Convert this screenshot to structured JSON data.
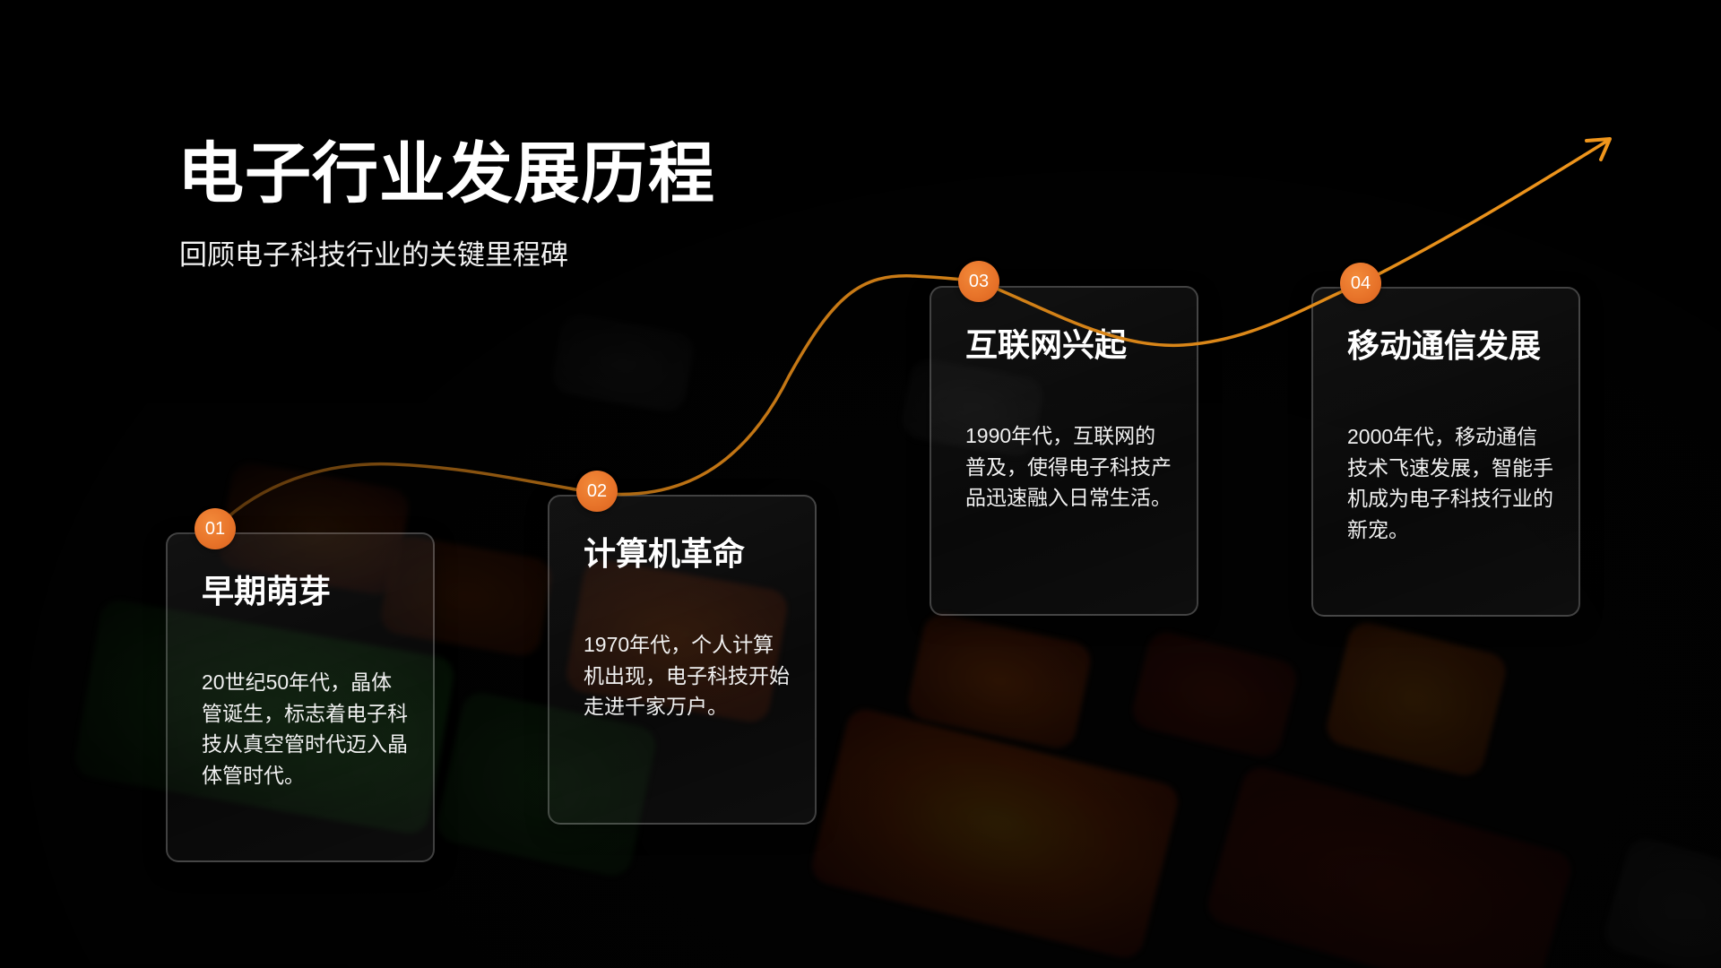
{
  "slide": {
    "title": "电子行业发展历程",
    "subtitle": "回顾电子科技行业的关键里程碑"
  },
  "colors": {
    "background": "#030303",
    "accent_curve": "#e8921c",
    "badge": "#e8742a",
    "text": "#ffffff"
  },
  "timeline": [
    {
      "number": "01",
      "title": "早期萌芽",
      "description": "20世纪50年代，晶体管诞生，标志着电子科技从真空管时代迈入晶体管时代。"
    },
    {
      "number": "02",
      "title": "计算机革命",
      "description": "1970年代，个人计算机出现，电子科技开始走进千家万户。"
    },
    {
      "number": "03",
      "title": "互联网兴起",
      "description": "1990年代，互联网的普及，使得电子科技产品迅速融入日常生活。"
    },
    {
      "number": "04",
      "title": "移动通信发展",
      "description": "2000年代，移动通信技术飞速发展，智能手机成为电子科技行业的新宠。"
    }
  ],
  "icons": {
    "trend_arrow": "arrow-up-right-icon"
  }
}
